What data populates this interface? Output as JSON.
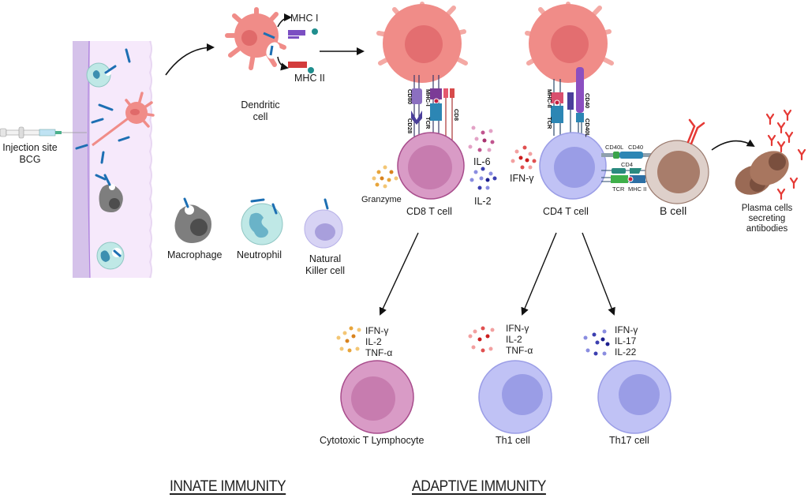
{
  "figure": {
    "injection": {
      "line1": "Injection site",
      "line2": "BCG"
    },
    "dendritic_cell": {
      "line1": "Dendritic",
      "line2": "cell",
      "mhc1": "MHC I",
      "mhc2": "MHC II"
    },
    "innate_cells": {
      "macrophage": "Macrophage",
      "neutrophil": "Neutrophil",
      "nk_line1": "Natural",
      "nk_line2": "Killer cell"
    },
    "cd8_synapse": {
      "cd80": "CD80",
      "cd28": "CD28",
      "mhc1": "MHC-I",
      "tcr": "TCR",
      "cd8": "CD8"
    },
    "cd8_cell": {
      "label": "CD8 T cell",
      "granzyme": "Granzyme",
      "il6": "IL-6",
      "il2": "IL-2"
    },
    "cd4_synapse": {
      "mhc2": "MHC-II",
      "tcr": "TCR",
      "cd40": "CD40",
      "cd40l": "CD40L"
    },
    "cd4_cell": {
      "label": "CD4 T cell",
      "ifng": "IFN-γ"
    },
    "b_synapse": {
      "cd40l": "CD40L",
      "cd40": "CD40",
      "cd4": "CD4",
      "tcr": "TCR",
      "mhc2": "MHC II"
    },
    "b_cell": {
      "label": "B cell"
    },
    "plasma": {
      "line1": "Plasma cells",
      "line2": "secreting",
      "line3": "antibodies"
    },
    "ctl": {
      "label": "Cytotoxic T Lymphocyte",
      "cytokines": [
        "IFN-γ",
        "IL-2",
        "TNF-α"
      ]
    },
    "th1": {
      "label": "Th1 cell",
      "cytokines": [
        "IFN-γ",
        "IL-2",
        "TNF-α"
      ]
    },
    "th17": {
      "label": "Th17 cell",
      "cytokines": [
        "IFN-γ",
        "IL-17",
        "IL-22"
      ]
    },
    "sections": {
      "innate": "INNATE IMMUNITY",
      "adaptive": "ADAPTIVE IMMUNITY"
    }
  },
  "colors": {
    "dendritic": "#f08c88",
    "cd8": "#d99bc6",
    "cd4": "#c0c2f5",
    "bcell": "#d9bdb3",
    "plasma": "#9a6a55",
    "bacteria": "#1d6fb3",
    "antibody": "#e53935",
    "skin": "#f6e9fb"
  }
}
